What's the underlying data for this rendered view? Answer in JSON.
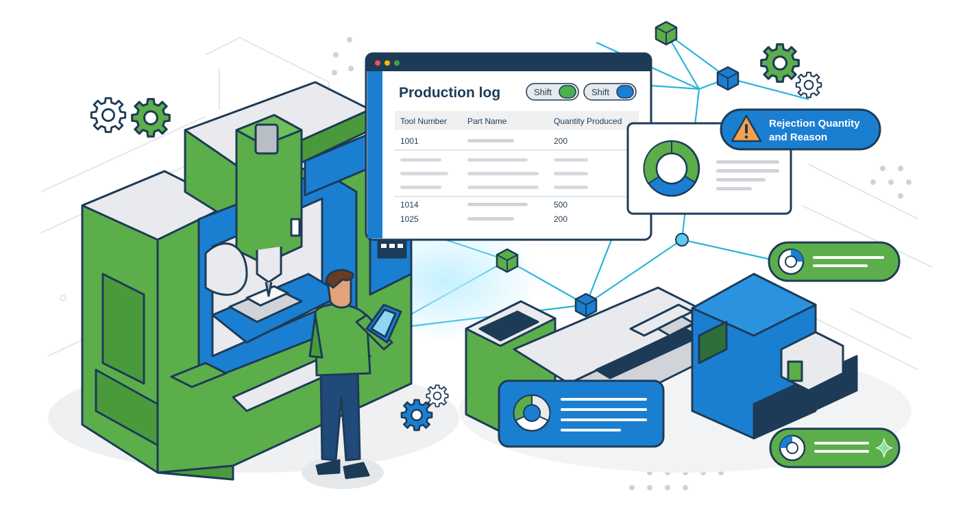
{
  "log_panel": {
    "title": "Production log",
    "toggles": [
      {
        "label": "Shift",
        "color": "#4caf50"
      },
      {
        "label": "Shift",
        "color": "#1a7fd1"
      }
    ],
    "columns": [
      "Tool Number",
      "Part Name",
      "Quantity Produced"
    ],
    "rows": [
      {
        "tool": "1001",
        "qty": "200"
      },
      {
        "tool": "1014",
        "qty": "500"
      },
      {
        "tool": "1025",
        "qty": "200"
      }
    ],
    "window_dots": [
      "#ef5350",
      "#ffb300",
      "#43a047"
    ]
  },
  "alert": {
    "line1": "Rejection Quantity",
    "line2": "and Reason",
    "icon": "warning-triangle-icon",
    "color": "#1a7fd1",
    "icon_color": "#f6a04d"
  },
  "colors": {
    "navy": "#1d3b57",
    "green": "#5cae4a",
    "blue": "#1a7fd1",
    "grey": "#e8eaed",
    "cyan": "#27b4dd"
  }
}
